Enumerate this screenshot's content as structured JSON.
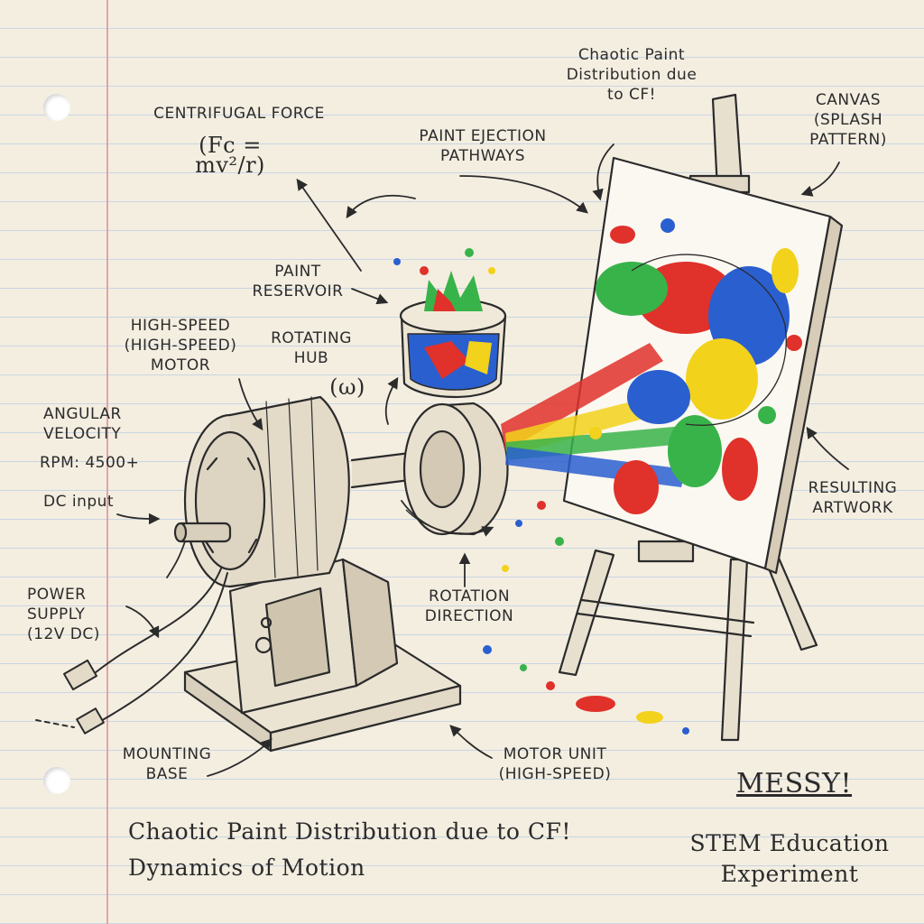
{
  "labels": {
    "centrifugal_force": "CENTRIFUGAL FORCE",
    "formula": "(Fc = mv²/r)",
    "paint_ejection": "PAINT EJECTION\nPATHWAYS",
    "chaotic_top": "Chaotic Paint\nDistribution due\nto CF!",
    "canvas": "CANVAS\n(SPLASH\nPATTERN)",
    "paint_reservoir": "PAINT\nRESERVOIR",
    "high_speed_motor": "HIGH-SPEED\n(HIGH-SPEED)\nMOTOR",
    "rotating_hub": "ROTATING\nHUB",
    "omega": "(ω)",
    "angular_velocity": "ANGULAR\nVELOCITY",
    "rpm": "RPM: 4500+",
    "dc_input": "DC input",
    "power_supply": "POWER\nSUPPLY\n(12V DC)",
    "rotation_direction": "ROTATION\nDIRECTION",
    "resulting_artwork": "RESULTING\nARTWORK",
    "mounting_base": "MOUNTING\nBASE",
    "motor_unit": "MOTOR UNIT\n(HIGH-SPEED)",
    "bottom_caption_1": "Chaotic Paint Distribution due to CF!",
    "bottom_caption_2": "Dynamics of Motion",
    "messy": "MESSY!",
    "stem": "STEM Education\nExperiment"
  },
  "colors": {
    "ink": "#2b2b2b",
    "paint_red": "#e0312b",
    "paint_blue": "#2a5fd0",
    "paint_yellow": "#f2d21b",
    "paint_green": "#38b34a"
  }
}
